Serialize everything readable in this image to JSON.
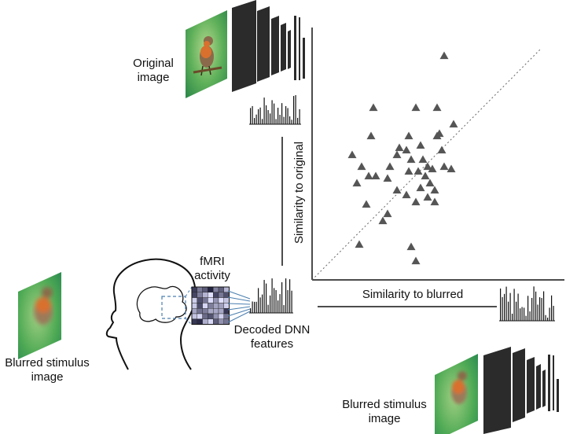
{
  "labels": {
    "original_image": [
      "Original",
      "image"
    ],
    "blurred_stimulus_left": [
      "Blurred stimulus",
      "image"
    ],
    "blurred_stimulus_bottom": [
      "Blurred stimulus",
      "image"
    ],
    "fmri_activity": [
      "fMRI",
      "activity"
    ],
    "decoded_features": [
      "Decoded DNN",
      "features"
    ],
    "y_axis": "Similarity to original",
    "x_axis": "Similarity to blurred"
  },
  "chart_data": {
    "type": "scatter",
    "xlabel": "Similarity to blurred",
    "ylabel": "Similarity to original",
    "marker": "triangle",
    "marker_color": "#555555",
    "diagonal_reference": "dotted y = x",
    "points": [
      [
        0.56,
        0.95
      ],
      [
        0.26,
        0.73
      ],
      [
        0.44,
        0.73
      ],
      [
        0.53,
        0.73
      ],
      [
        0.6,
        0.66
      ],
      [
        0.25,
        0.61
      ],
      [
        0.41,
        0.61
      ],
      [
        0.53,
        0.61
      ],
      [
        0.54,
        0.62
      ],
      [
        0.46,
        0.57
      ],
      [
        0.37,
        0.56
      ],
      [
        0.55,
        0.55
      ],
      [
        0.4,
        0.55
      ],
      [
        0.17,
        0.53
      ],
      [
        0.36,
        0.53
      ],
      [
        0.42,
        0.51
      ],
      [
        0.47,
        0.51
      ],
      [
        0.21,
        0.48
      ],
      [
        0.33,
        0.48
      ],
      [
        0.49,
        0.48
      ],
      [
        0.41,
        0.46
      ],
      [
        0.45,
        0.46
      ],
      [
        0.51,
        0.47
      ],
      [
        0.56,
        0.48
      ],
      [
        0.59,
        0.47
      ],
      [
        0.24,
        0.44
      ],
      [
        0.27,
        0.44
      ],
      [
        0.48,
        0.44
      ],
      [
        0.32,
        0.43
      ],
      [
        0.19,
        0.41
      ],
      [
        0.5,
        0.41
      ],
      [
        0.36,
        0.38
      ],
      [
        0.46,
        0.39
      ],
      [
        0.52,
        0.38
      ],
      [
        0.4,
        0.36
      ],
      [
        0.49,
        0.35
      ],
      [
        0.23,
        0.32
      ],
      [
        0.44,
        0.33
      ],
      [
        0.52,
        0.33
      ],
      [
        0.32,
        0.28
      ],
      [
        0.3,
        0.25
      ],
      [
        0.2,
        0.15
      ],
      [
        0.42,
        0.14
      ],
      [
        0.44,
        0.08
      ]
    ],
    "xlim": [
      0,
      1
    ],
    "ylim": [
      0,
      1
    ]
  },
  "colors": {
    "foliage_green": "#5fb05a",
    "robin_orange": "#d9702e",
    "plate_dark": "#2b2b2b",
    "dashed_blue": "#4a7fb0"
  }
}
